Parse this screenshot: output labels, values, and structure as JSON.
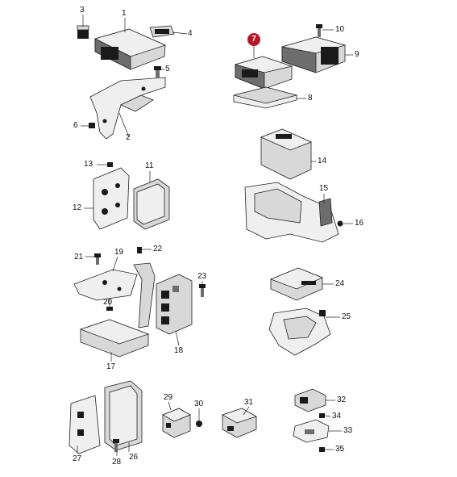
{
  "callouts": [
    {
      "n": "1"
    },
    {
      "n": "2"
    },
    {
      "n": "3"
    },
    {
      "n": "4"
    },
    {
      "n": "5"
    },
    {
      "n": "6"
    },
    {
      "n": "7"
    },
    {
      "n": "8"
    },
    {
      "n": "9"
    },
    {
      "n": "10"
    },
    {
      "n": "11"
    },
    {
      "n": "12"
    },
    {
      "n": "13"
    },
    {
      "n": "14"
    },
    {
      "n": "15"
    },
    {
      "n": "16"
    },
    {
      "n": "17"
    },
    {
      "n": "18"
    },
    {
      "n": "19"
    },
    {
      "n": "20"
    },
    {
      "n": "21"
    },
    {
      "n": "22"
    },
    {
      "n": "23"
    },
    {
      "n": "24"
    },
    {
      "n": "25"
    },
    {
      "n": "26"
    },
    {
      "n": "27"
    },
    {
      "n": "28"
    },
    {
      "n": "29"
    },
    {
      "n": "30"
    },
    {
      "n": "31"
    },
    {
      "n": "32"
    },
    {
      "n": "33"
    },
    {
      "n": "34"
    },
    {
      "n": "35"
    }
  ],
  "highlight": {
    "n": "7",
    "color": "#b4162a"
  }
}
